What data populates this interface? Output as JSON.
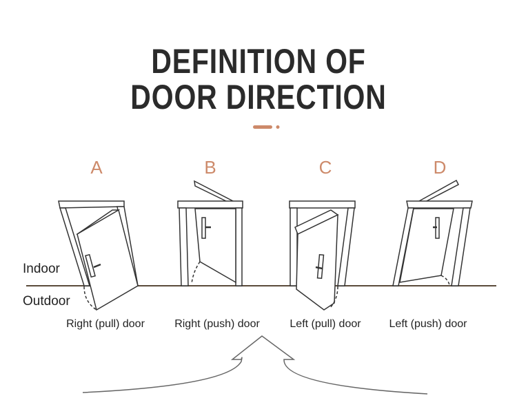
{
  "title": {
    "line1": "DEFINITION OF",
    "line2": "DOOR DIRECTION"
  },
  "accent_color": "#cd8a6a",
  "labels": {
    "indoor": "Indoor",
    "outdoor": "Outdoor"
  },
  "doors": [
    {
      "letter": "A",
      "caption": "Right (pull) door"
    },
    {
      "letter": "B",
      "caption": "Right (push) door"
    },
    {
      "letter": "C",
      "caption": "Left (pull) door"
    },
    {
      "letter": "D",
      "caption": "Left (push) door"
    }
  ]
}
